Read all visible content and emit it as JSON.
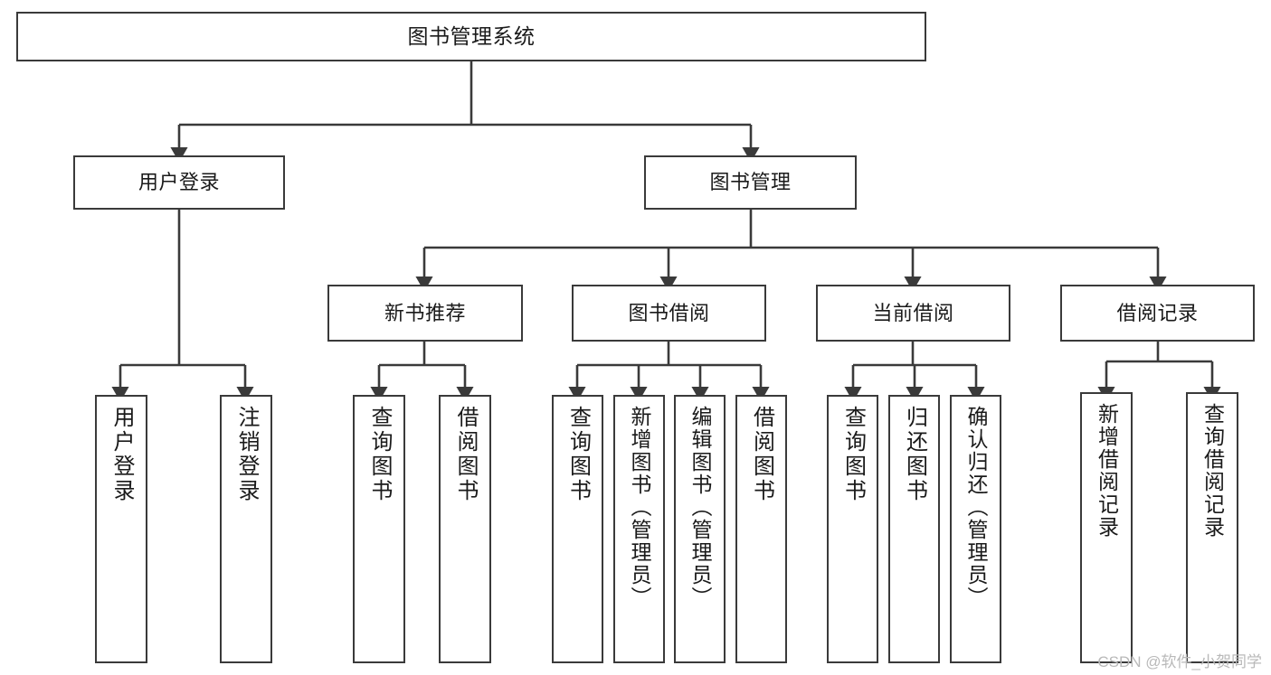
{
  "diagram": {
    "title": "图书管理系统",
    "type": "tree",
    "line_color": "#3a3a3a",
    "box_fill": "#ffffff",
    "text_color": "#1a1a1a",
    "watermark": "CSDN @软件_小贺同学",
    "nodes": {
      "root": {
        "label": "图书管理系统"
      },
      "l2": [
        {
          "id": "login",
          "label": "用户登录"
        },
        {
          "id": "bookmgmt",
          "label": "图书管理"
        }
      ],
      "l3": [
        {
          "id": "newbook",
          "label": "新书推荐"
        },
        {
          "id": "borrow",
          "label": "图书借阅"
        },
        {
          "id": "current",
          "label": "当前借阅"
        },
        {
          "id": "record",
          "label": "借阅记录"
        }
      ],
      "leaves": {
        "login": [
          {
            "id": "user-login",
            "label": "用户登录"
          },
          {
            "id": "user-logout",
            "label": "注销登录"
          }
        ],
        "newbook": [
          {
            "id": "query-book-1",
            "label": "查询图书"
          },
          {
            "id": "borrow-book-1",
            "label": "借阅图书"
          }
        ],
        "borrow": [
          {
            "id": "query-book-2",
            "label": "查询图书"
          },
          {
            "id": "add-book",
            "label": "新增图书（管理员）"
          },
          {
            "id": "edit-book",
            "label": "编辑图书（管理员）"
          },
          {
            "id": "borrow-book-2",
            "label": "借阅图书"
          }
        ],
        "current": [
          {
            "id": "query-book-3",
            "label": "查询图书"
          },
          {
            "id": "return-book",
            "label": "归还图书"
          },
          {
            "id": "confirm-return",
            "label": "确认归还（管理员）"
          }
        ],
        "record": [
          {
            "id": "add-record",
            "label": "新增借阅记录"
          },
          {
            "id": "query-record",
            "label": "查询借阅记录"
          }
        ]
      }
    }
  }
}
